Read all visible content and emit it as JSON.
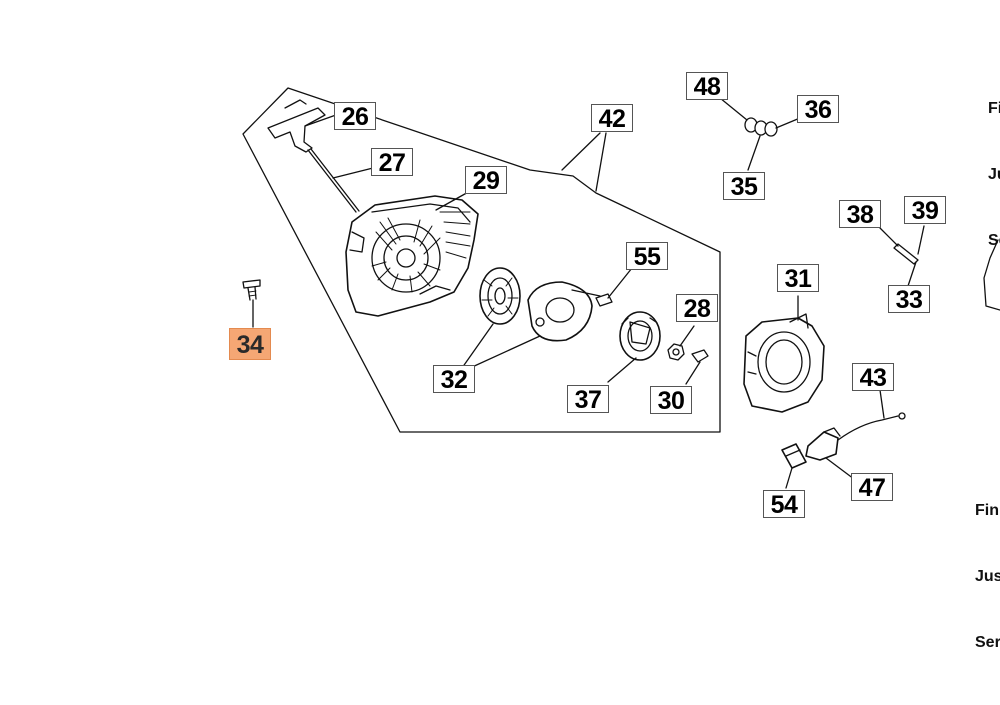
{
  "colors": {
    "highlight": "#f5a774",
    "line": "#111111",
    "paper": "#ffffff"
  },
  "callouts": [
    {
      "id": "26",
      "highlighted": false
    },
    {
      "id": "27",
      "highlighted": false
    },
    {
      "id": "29",
      "highlighted": false
    },
    {
      "id": "42",
      "highlighted": false
    },
    {
      "id": "48",
      "highlighted": false
    },
    {
      "id": "36",
      "highlighted": false
    },
    {
      "id": "35",
      "highlighted": false
    },
    {
      "id": "38",
      "highlighted": false
    },
    {
      "id": "39",
      "highlighted": false
    },
    {
      "id": "33",
      "highlighted": false
    },
    {
      "id": "55",
      "highlighted": false
    },
    {
      "id": "31",
      "highlighted": false
    },
    {
      "id": "28",
      "highlighted": false
    },
    {
      "id": "34",
      "highlighted": true
    },
    {
      "id": "32",
      "highlighted": false
    },
    {
      "id": "37",
      "highlighted": false
    },
    {
      "id": "30",
      "highlighted": false
    },
    {
      "id": "43",
      "highlighted": false
    },
    {
      "id": "47",
      "highlighted": false
    },
    {
      "id": "54",
      "highlighted": false
    }
  ],
  "margin_text": {
    "top": [
      "Fi",
      "Ju",
      "Se"
    ],
    "bottom": [
      "Fin",
      "Jus",
      "Ser"
    ]
  }
}
